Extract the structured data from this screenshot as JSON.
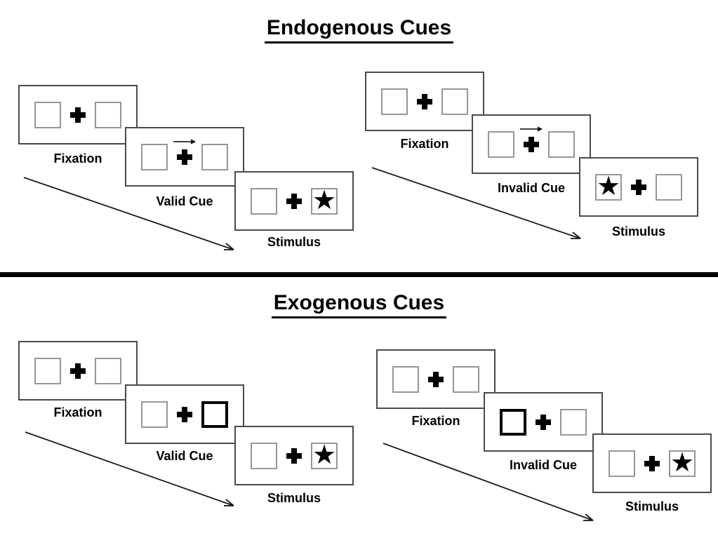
{
  "glyphs": {
    "star": "★"
  },
  "colors": {
    "ink": "#000000",
    "panel_border": "#4a4a4a",
    "box_border": "#969696",
    "background": "#ffffff"
  },
  "sections": [
    {
      "title": "Endogenous Cues",
      "cue_style": "central-arrow",
      "sequences": [
        {
          "name": "valid",
          "cue_direction": "right",
          "stimulus_side": "right",
          "labels": {
            "fixation": "Fixation",
            "cue": "Valid Cue",
            "stimulus": "Stimulus"
          }
        },
        {
          "name": "invalid",
          "cue_direction": "right",
          "stimulus_side": "left",
          "labels": {
            "fixation": "Fixation",
            "cue": "Invalid Cue",
            "stimulus": "Stimulus"
          }
        }
      ]
    },
    {
      "title": "Exogenous Cues",
      "cue_style": "highlighted-box",
      "sequences": [
        {
          "name": "valid",
          "cue_side": "right",
          "stimulus_side": "right",
          "labels": {
            "fixation": "Fixation",
            "cue": "Valid Cue",
            "stimulus": "Stimulus"
          }
        },
        {
          "name": "invalid",
          "cue_side": "left",
          "stimulus_side": "right",
          "labels": {
            "fixation": "Fixation",
            "cue": "Invalid Cue",
            "stimulus": "Stimulus"
          }
        }
      ]
    }
  ]
}
